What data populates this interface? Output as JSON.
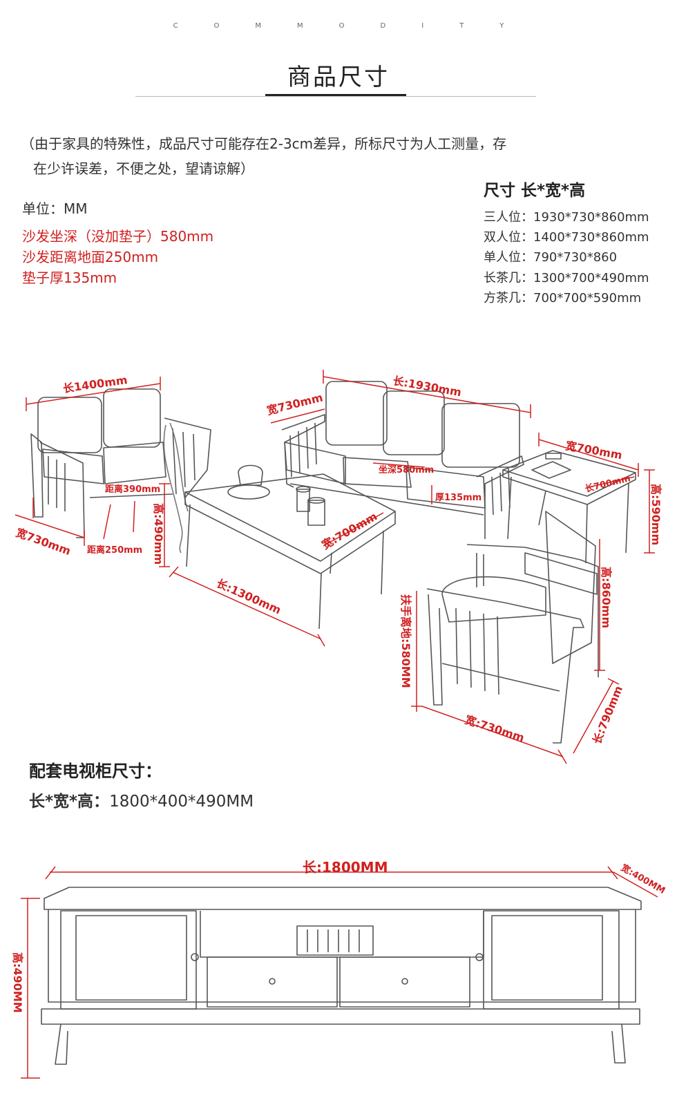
{
  "header": {
    "eyebrow": "COMMODITY",
    "title": "商品尺寸"
  },
  "note": {
    "line1": "（由于家具的特殊性，成品尺寸可能存在2-3cm差异，所标尺寸为人工测量，存",
    "line2": "在少许误差，不便之处，望请谅解）"
  },
  "unit": "单位：MM",
  "highlights": [
    "沙发坐深（没加垫子）580mm",
    "沙发距离地面250mm",
    "垫子厚135mm"
  ],
  "sizes": {
    "title": "尺寸  长*宽*高",
    "rows": [
      "三人位：1930*730*860mm",
      "双人位：1400*730*860mm",
      "单人位：790*730*860",
      "长茶几：1300*700*490mm",
      "方茶几：700*700*590mm"
    ]
  },
  "diagram_labels": {
    "loveseat_length": "长1400mm",
    "loveseat_width": "宽730mm",
    "loveseat_dist390": "距离390mm",
    "loveseat_dist250": "距离250mm",
    "coffee_height": "高:490mm",
    "coffee_width": "宽:700mm",
    "coffee_length": "长:1300mm",
    "sofa3_length": "长:1930mm",
    "sofa3_width": "宽730mm",
    "sofa3_depth": "坐深580mm",
    "sofa3_cushion": "厚135mm",
    "side_width": "宽700mm",
    "side_length": "长700mm",
    "side_height": "高:590mm",
    "chair_height": "高:860mm",
    "chair_arm": "扶手离地:580MM",
    "chair_width": "宽:730mm",
    "chair_length": "长:790mm",
    "tv_length": "长:1800MM",
    "tv_width": "宽:400MM",
    "tv_height": "高:490MM"
  },
  "tv": {
    "title": "配套电视柜尺寸：",
    "dims_label": "长*宽*高：",
    "dims_value": "1800*400*490MM"
  }
}
